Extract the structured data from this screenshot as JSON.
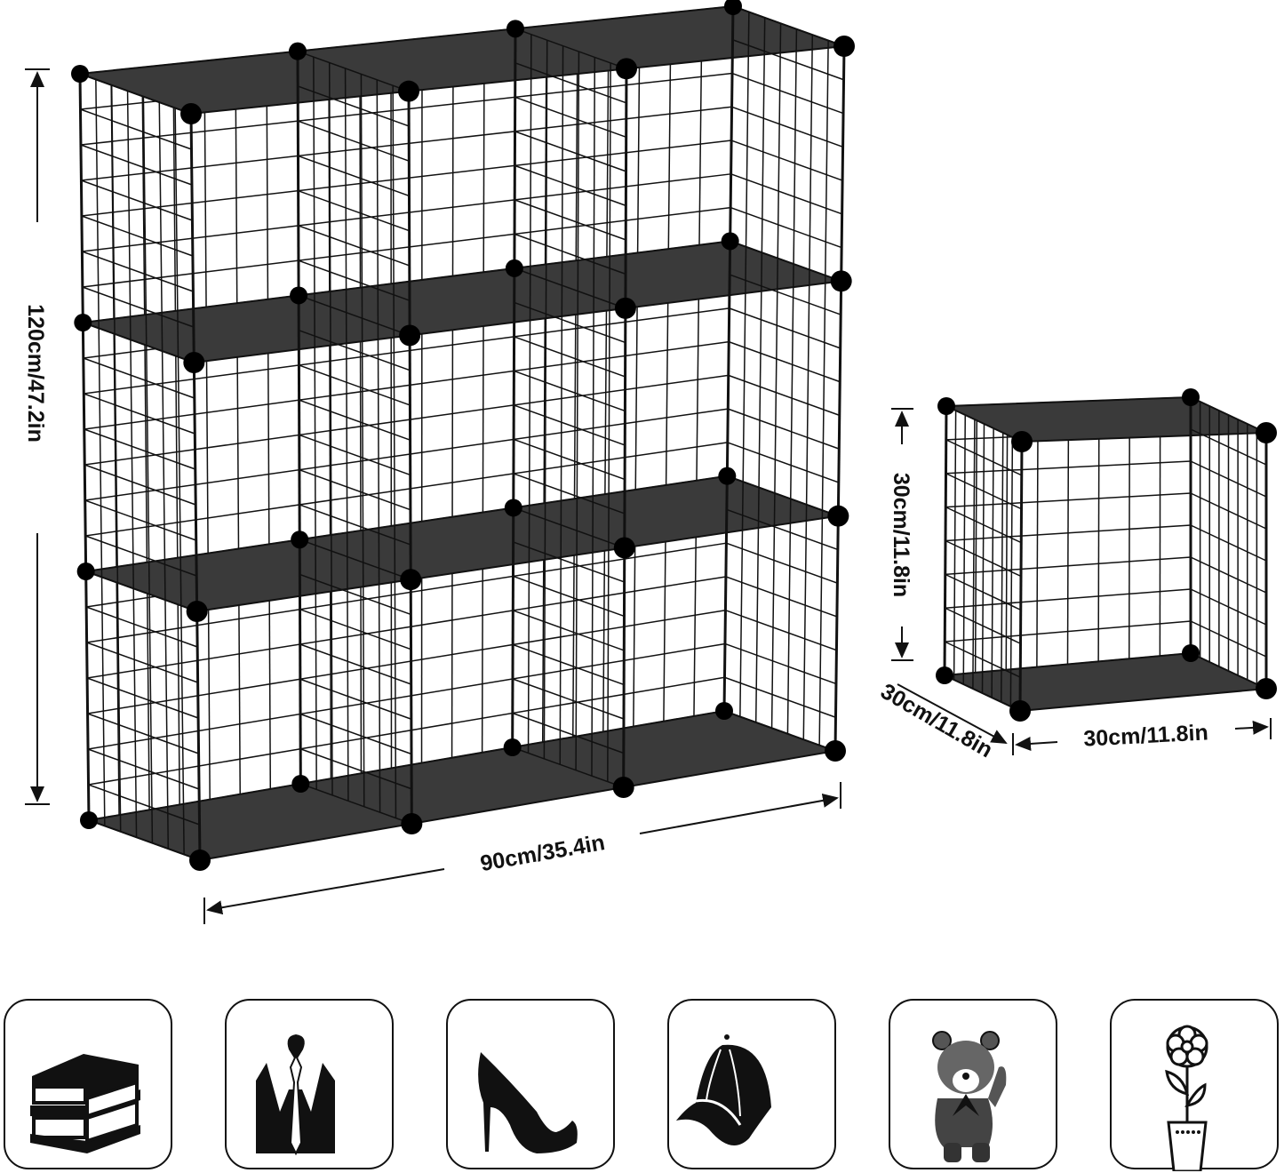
{
  "product": {
    "large_unit": {
      "columns": 3,
      "rows": 3
    },
    "small_unit": {
      "columns": 1,
      "rows": 1
    }
  },
  "dimensions": {
    "height_large": "120cm/47.2in",
    "width_large": "90cm/35.4in",
    "height_cube": "30cm/11.8in",
    "depth_cube": "30cm/11.8in",
    "width_cube": "30cm/11.8in"
  },
  "colors": {
    "wire": "#111111",
    "panel": "#3a3a3a",
    "connector": "#000000"
  },
  "uses": [
    {
      "icon": "books-icon"
    },
    {
      "icon": "suit-tie-icon"
    },
    {
      "icon": "high-heel-icon"
    },
    {
      "icon": "cap-icon"
    },
    {
      "icon": "teddy-bear-icon"
    },
    {
      "icon": "flower-pot-icon"
    }
  ]
}
